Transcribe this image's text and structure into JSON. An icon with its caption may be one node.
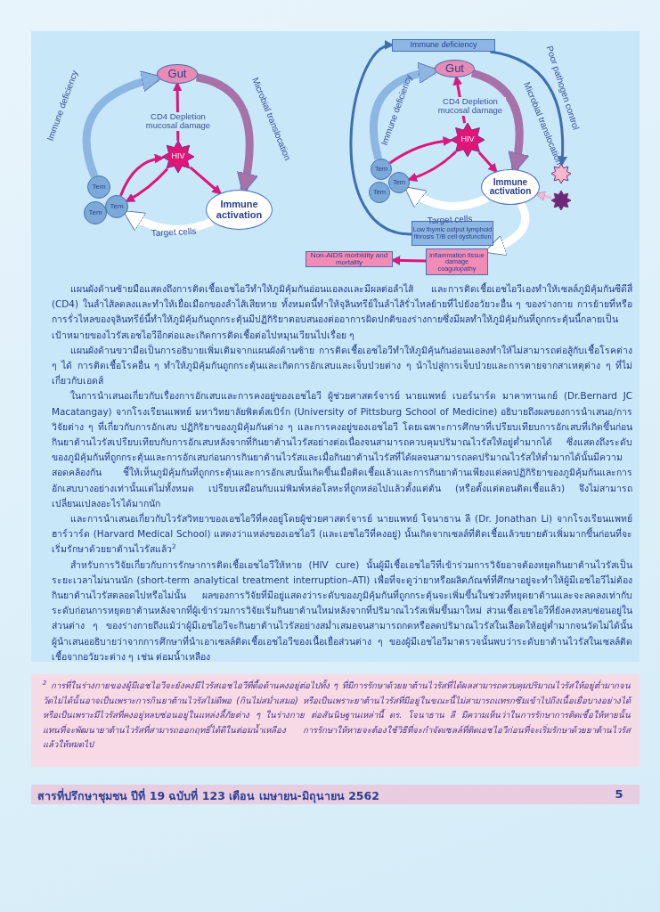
{
  "diagram": {
    "nodes": [
      {
        "text": [
          "Gut"
        ]
      },
      {
        "text": [
          "HIV"
        ]
      },
      {
        "text": [
          "Immune activation"
        ]
      },
      {
        "text": [
          "Tem"
        ]
      },
      {
        "text": [
          "Tem"
        ]
      },
      {
        "text": [
          "Tem"
        ]
      },
      {
        "text": [
          "Immune deficiency"
        ]
      },
      {
        "text": [
          "Gut"
        ]
      },
      {
        "text": [
          "HIV"
        ]
      },
      {
        "text": [
          "Immune activation"
        ]
      },
      {
        "text": [
          "Tem"
        ]
      },
      {
        "text": [
          "Tem"
        ]
      },
      {
        "text": [
          "Tem"
        ]
      },
      {
        "text": [],
        "shape": "star"
      },
      {
        "text": [],
        "shape": "star"
      },
      {
        "text": [
          "Low thymic output lymphoid fibrosis T/B cell dysfunction"
        ]
      },
      {
        "text": [
          "inflammation tissue damage coagulopathy"
        ]
      },
      {
        "text": [
          "Non-AIDS morbidity and mortality"
        ]
      }
    ],
    "edges": [
      {
        "from": 3,
        "to": 0,
        "arrow": "to",
        "label": "Immune deficiency",
        "style": "thick",
        "color": "#8db7e2"
      },
      {
        "from": 0,
        "to": 2,
        "arrow": "to",
        "label": "Microbial translocation",
        "style": "thick",
        "color": "#a772a8"
      },
      {
        "from": 1,
        "to": 0,
        "arrow": "to",
        "label": "CD4 Depletion mucosal damage"
      },
      {
        "from": 4,
        "to": 1,
        "arrow": "to"
      },
      {
        "from": 1,
        "to": 4,
        "arrow": "to"
      },
      {
        "from": 1,
        "to": 2,
        "arrow": "to"
      },
      {
        "from": 2,
        "to": 4,
        "arrow": "to",
        "label": "Target cells",
        "style": "thick",
        "color": "#ffffff"
      },
      {
        "from": 10,
        "to": 7,
        "arrow": "to",
        "label": "Immune deficiency",
        "style": "thick",
        "color": "#8db7e2"
      },
      {
        "from": 7,
        "to": 9,
        "arrow": "to",
        "label": "Microbial translocation",
        "style": "thick",
        "color": "#a772a8"
      },
      {
        "from": 8,
        "to": 7,
        "arrow": "to",
        "label": "CD4 Depletion mucosal damage"
      },
      {
        "from": 10,
        "to": 8,
        "arrow": "to"
      },
      {
        "from": 8,
        "to": 11,
        "arrow": "to"
      },
      {
        "from": 8,
        "to": 9,
        "arrow": "to"
      },
      {
        "from": 9,
        "to": 11,
        "arrow": "to",
        "label": "Target cells",
        "style": "thick",
        "color": "#ffffff"
      },
      {
        "from": 6,
        "to": 13,
        "arrow": "to",
        "label": "Poor pathogen control",
        "color": "#3f6fb0"
      },
      {
        "from": 14,
        "to": 9,
        "arrow": "to",
        "color": "#f4b8cf"
      },
      {
        "from": 9,
        "to": 16,
        "arrow": "to",
        "style": "thick",
        "color": "#ffffff"
      },
      {
        "from": 15,
        "to": 6,
        "arrow": "to",
        "color": "#3f6fb0"
      },
      {
        "from": 16,
        "to": 17,
        "arrow": "to"
      }
    ],
    "labels": [
      "แผนผังด้านซ้ายมือแสดงถึงการติดเชื้อเอชไอวีทำให้ภูมิคุ้มกันอ่อนแอลงและมีผลต่อลำไส้ และการติดเชื้อเอชไอวีเองทำให้เซลล์ภูมิคุ้มกันซีดีสี่ (CD4) ในลำไส้ลดลงและทำให้เยื่อเมือกของลำไส้เสียหาย ทั้งหมดนี้ทำให้จุลินทรีย์ในลำไส้รั่วไหลย้ายที่ไปยังอวัยวะอื่น ๆ ของร่างกาย การย้ายที่หรือการรั่วไหลของจุลินทรีย์นี้ทำให้ภูมิคุ้มกันถูกกระตุ้นมีปฏิกิริยาตอบสนองต่ออาการผิดปกติของร่างกายซึ่งมีผลทำให้ภูมิคุ้มกันที่ถูกกระตุ้นนี้กลายเป็นเป้าหมายของไวรัสเอชไอวีอีกต่อและเกิดการติดเชื้อต่อไปหมุนเวียนไปเรื่อย ๆ",
      "แผนผังด้านขวามือเป็นการอธิบายเพิ่มเติมจากแผนผังด้านซ้าย การติดเชื้อเอชไอวีทำให้ภูมิคุ้นกันอ่อนแอลงทำให้ไม่สามารถต่อสู้กับเชื้อโรคต่าง ๆ ได้ การติดเชื้อโรคอื่น ๆ ทำให้ภูมิคุ้มกันถูกกระตุ้นและเกิดการอักเสบและเจ็บป่วยต่าง ๆ นำไปสู่การเจ็บป่วยและการตายจากสาเหตุต่าง ๆ ที่ไม่เกี่ยวกับเอดส์",
      "ในการนำเสนอเกี่ยวกับเรื่องการอักเสบและการคงอยู่ของเอชไอวี ผู้ช่วยศาสตร์จารย์ นายแพทย์ เบอร์นาร์ด มาคาทานเกย์ (Dr.Bernard JC Macatangay) จากโรงเรียนแพทย์ มหาวิทยาลัยพิตต์สเบิร์ก (University of Pittsburg School of Medicine) อธิบายถึงผลของการนำเสนอ/การวิจัยต่าง ๆ ที่เกี่ยวกับการอักเสบ ปฏิกิริยาของภูมิคุ้มกันต่าง ๆ และการคงอยู่ของเอชไอวี โดยเฉพาะการศึกษาที่เปรียบเทียบการอักเสบที่เกิดขึ้นก่อนกินยาต้านไวรัสเปรียบเทียบกับการอักเสบหลังจากที่กินยาต้านไวรัสอย่างต่อเนื่องจนสามารถควบคุมปริมาณไวรัสให้อยู่ต่ำมากได้ ซึ่งแสดงถึงระดับของภูมิคุ้มกันที่ถูกกระตุ้นและการอักเสบก่อนการกินยาต้านไวรัสและเมื่อกินยาต้านไวรัสที่ได้ผลจนสามารถลดปริมาณไวรัสให้ต่ำมากได้นั้นมีความสอดคล้องกัน ชี้ให้เห็นภูมิคุ้มกันที่ถูกกระตุ้นและการอักเสบนั้นเกิดขึ้นเมื่อติดเชื้อแล้วและการกินยาต้านเพียงแต่ลดปฏิกิริยาของภูมิคุ้มกันและการอักเสบบางอย่างเท่านั้นแต่ไม่ทั้งหมด เปรียบเสมือนกับแม่พิมพ์หล่อโลหะที่ถูกหล่อไปแล้วตั้งแต่ต้น (หรือตั้งแต่ตอนติดเชื้อแล้ว) จึงไม่สามารถเปลี่ยนแปลงอะไรได้มากนัก",
      "และการนำเสนอเกี่ยวกับไวรัสวิทยาของเอชไอวีที่คงอยู่โดยผู้ช่วยศาสตร์จารย์ นายแพทย์ โจนาธาน ลี (Dr. Jonathan Li) จากโรงเรียนแพทย์ฮาร์วาร์ด (Harvard Medical School) แสดงว่าแหล่งของเอชไอวี (และเอชไอวีที่คงอยู่) นั้นเกิดจากเซลล์ที่ติดเชื้อแล้วขยายตัวเพิ่มมากขึ้นก่อนที่จะเริ่มรักษาด้วยยาต้านไวรัสแล้ว$^{2}$",
      "สำหรับการวิจัยเกี่ยวกับการรักษาการติดเชื้อเอชไอวีให้หาย (HIV cure) นั้นผู้มีเชื้อเอชไอวีที่เข้าร่วมการวิจัยอาจต้องหยุดกินยาต้านไวรัสเป็นระยะเวลาไม่นานนัก (short-term analytical treatment interruption–ATI) เพื่อที่จะดูว่ายาหรือผลิตภัณฑ์ที่ศึกษาอยู่จะทำให้ผู้มีเอชไอวีไม่ต้องกินยาต้านไวรัสตลอดไปหรือไม่นั้น ผลของการวิจัยที่มีอยู่แสดงว่าระดับของภูมิคุ้มกันที่ถูกกระตุ้นจะเพิ่มขึ้นในช่วงที่หยุดยาต้านและจะลดลงเท่ากับระดับก่อนการหยุดยาต้านหลังจากที่ผู้เข้าร่วมการวิจัยเริ่มกินยาต้านใหม่หลังจากที่ปริมาณไวรัสเพิ่มขึ้นมาใหม่ ส่วนเชื้อเอชไอวีที่ยังคงหลบซ่อนอยู่ในส่วนต่าง ๆ ของร่างกายถึงแม้ว่าผู้มีเอชไอวีจะกินยาต้านไวรัสอย่างสม่ำเสมอจนสามารถกดหรือลดปริมาณไวรัสในเลือดให้อยู่ต่ำมากจนวัดไม่ได้นั้น ผู้นำเสนออธิบายว่าจากการศึกษาที่นำเอาเซลล์ติดเชื้อเอชไอวีของเนื้อเยื่อส่วนต่าง ๆ ของผู้มีเอชไอวีมาตรวจนั้นพบว่าระดับยาต้านไวรัสในเซลล์ติดเชื้อจากอวัยวะต่าง ๆ เช่น ต่อมน้ำเหลือง",
      "$^{2}$ การที่ในร่างกายของผู้มีเอชไอวีจะยังคงมีไวรัสเอชไอวีที่ดื้อด้านคงอยู่ต่อไปทั้ง ๆ ที่มีการรักษาด้วยยาต้านไวรัสที่ได้ผลสามารถควบคุมปริมาณไวรัสให้อยู่ต่ำมากจนวัดไม่ได้นั้นอาจเป็นเพราะการกินยาต้านไวรัสไม่ดีพอ (กินไม่สม่ำเสมอ) หรือเป็นเพราะยาต้านไวรัสที่มีอยู่ในขณะนี้ไม่สามารถแทรกซึมเข้าไปถึงเนื้อเยื่อบางอย่างได้ หรือเป็นเพราะมีไวรัสที่คงอยู่หลบซ่อนอยู่ในแหล่งลี้ภัยต่าง ๆ ในร่างกาย ต่อสันนิษฐานเหล่านี้ ดร. โจนาธาน ลี มีความเห็นว่าในการรักษาการติดเชื้อให้หายนั้นแทนที่จะพัฒนายาต้านไวรัสที่สามารถออกฤทธิ์ได้ดีในต่อมน้ำเหลือง การรักษาให้หายจะต้องใช้วิธีที่จะกำจัดเซลล์ที่ติดเอชไอวีก่อนที่จะเริ่มรักษาด้วยยาต้านไวรัสแล้วให้หมดไป",
      "สารที่ปรึกษาชุมชน ปีที่ 19 ฉบับที่ 123 เดือน เมษายน-มิถุนายน 2562",
      "5"
    ]
  }
}
